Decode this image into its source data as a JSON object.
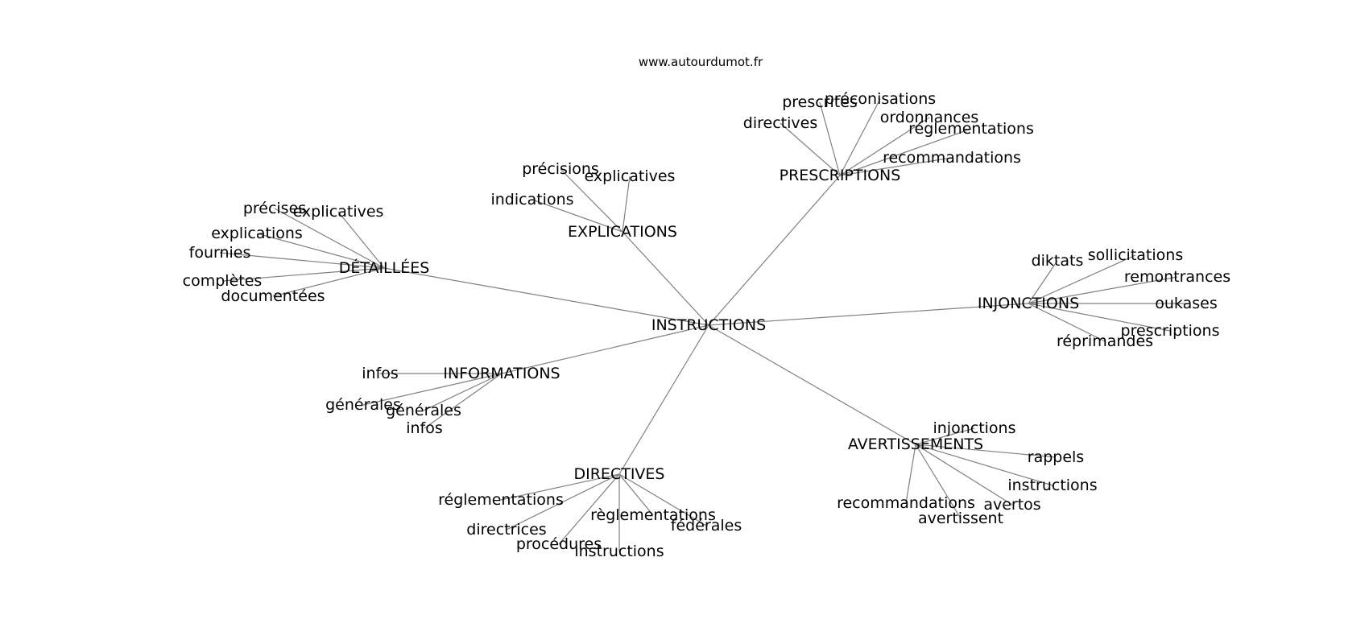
{
  "source": "www.autourdumot.fr",
  "root": {
    "id": "root",
    "label": "INSTRUCTIONS"
  },
  "groups": [
    {
      "id": "detaillees",
      "label": "DÉTAILLÉES",
      "children": [
        {
          "id": "precises",
          "label": "précises"
        },
        {
          "id": "explicatives-d",
          "label": "explicatives"
        },
        {
          "id": "explications-d",
          "label": "explications"
        },
        {
          "id": "fournies",
          "label": "fournies"
        },
        {
          "id": "completes",
          "label": "complètes"
        },
        {
          "id": "documentees",
          "label": "documentées"
        }
      ]
    },
    {
      "id": "explications",
      "label": "EXPLICATIONS",
      "children": [
        {
          "id": "precisions",
          "label": "précisions"
        },
        {
          "id": "explicatives-e",
          "label": "explicatives"
        },
        {
          "id": "indications",
          "label": "indications"
        }
      ]
    },
    {
      "id": "prescriptions",
      "label": "PRESCRIPTIONS",
      "children": [
        {
          "id": "prescrites",
          "label": "prescrites"
        },
        {
          "id": "preconisations",
          "label": "préconisations"
        },
        {
          "id": "directives-p",
          "label": "directives"
        },
        {
          "id": "ordonnances",
          "label": "ordonnances"
        },
        {
          "id": "reglementations-p",
          "label": "réglementations"
        },
        {
          "id": "recommandations-p",
          "label": "recommandations"
        }
      ]
    },
    {
      "id": "injonctions",
      "label": "INJONCTIONS",
      "children": [
        {
          "id": "diktats",
          "label": "diktats"
        },
        {
          "id": "sollicitations",
          "label": "sollicitations"
        },
        {
          "id": "remontrances",
          "label": "remontrances"
        },
        {
          "id": "oukases",
          "label": "oukases"
        },
        {
          "id": "prescriptions-i",
          "label": "prescriptions"
        },
        {
          "id": "reprimandes",
          "label": "réprimandes"
        }
      ]
    },
    {
      "id": "informations",
      "label": "INFORMATIONS",
      "children": [
        {
          "id": "infos-1",
          "label": "infos"
        },
        {
          "id": "generales-1",
          "label": "générales"
        },
        {
          "id": "generales-2",
          "label": "générales"
        },
        {
          "id": "infos-2",
          "label": "infos"
        }
      ]
    },
    {
      "id": "avertissements",
      "label": "AVERTISSEMENTS",
      "children": [
        {
          "id": "injonctions-a",
          "label": "injonctions"
        },
        {
          "id": "rappels",
          "label": "rappels"
        },
        {
          "id": "instructions-a",
          "label": "instructions"
        },
        {
          "id": "recommandations-a",
          "label": "recommandations"
        },
        {
          "id": "avertos",
          "label": "avertos"
        },
        {
          "id": "avertissent",
          "label": "avertissent"
        }
      ]
    },
    {
      "id": "directives",
      "label": "DIRECTIVES",
      "children": [
        {
          "id": "reglementations-d1",
          "label": "réglementations"
        },
        {
          "id": "directrices",
          "label": "directrices"
        },
        {
          "id": "procedures",
          "label": "procédures"
        },
        {
          "id": "instructions-d",
          "label": "instructions"
        },
        {
          "id": "reglementations-d2",
          "label": "règlementations"
        },
        {
          "id": "federales",
          "label": "fédérales"
        }
      ]
    }
  ]
}
